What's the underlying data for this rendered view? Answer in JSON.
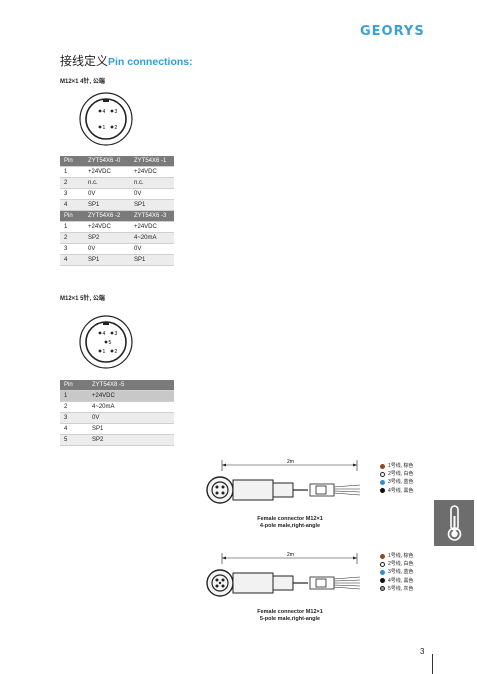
{
  "brand": "GEORYS",
  "header": {
    "title_cn": "接线定义",
    "title_en": "Pin connections:"
  },
  "section1": {
    "label": "M12×1  4针, 公端",
    "pins": [
      "4",
      "3",
      "1",
      "2"
    ],
    "table_a": {
      "headers": [
        "Pin",
        "ZYT54X6 -0",
        "ZYT54X6 -1"
      ],
      "rows": [
        [
          "1",
          "+24VDC",
          "+24VDC"
        ],
        [
          "2",
          "n.c.",
          "n.c."
        ],
        [
          "3",
          "0V",
          "0V"
        ],
        [
          "4",
          "SP1",
          "SP1"
        ]
      ]
    },
    "table_b": {
      "headers": [
        "Pin",
        "ZYT54X6 -2",
        "ZYT54X6 -3"
      ],
      "rows": [
        [
          "1",
          "+24VDC",
          "+24VDC"
        ],
        [
          "2",
          "SP2",
          "4~20mA"
        ],
        [
          "3",
          "0V",
          "0V"
        ],
        [
          "4",
          "SP1",
          "SP1"
        ]
      ]
    }
  },
  "section2": {
    "label": "M12×1  5针, 公端",
    "pins": [
      "4",
      "3",
      "5",
      "1",
      "2"
    ],
    "table": {
      "headers": [
        "Pin",
        "ZYT54X8 -5"
      ],
      "rows": [
        [
          "1",
          "+24VDC"
        ],
        [
          "2",
          "4~20mA"
        ],
        [
          "3",
          "0V"
        ],
        [
          "4",
          "SP1"
        ],
        [
          "5",
          "SP2"
        ]
      ]
    }
  },
  "connector1": {
    "length_label": "2m",
    "caption_line1": "Female connector M12×1",
    "caption_line2": "4-pole male,right-angle",
    "legend": [
      {
        "label": "1号线, 棕色",
        "color": "#8a4a2e"
      },
      {
        "label": "2号线, 白色",
        "color": "#ffffff"
      },
      {
        "label": "3号线, 蓝色",
        "color": "#2f8fd0"
      },
      {
        "label": "4号线, 黑色",
        "color": "#111111"
      }
    ]
  },
  "connector2": {
    "length_label": "2m",
    "caption_line1": "Female connector M12×1",
    "caption_line2": "5-pole male,right-angle",
    "legend": [
      {
        "label": "1号线, 棕色",
        "color": "#8a4a2e"
      },
      {
        "label": "2号线, 白色",
        "color": "#ffffff"
      },
      {
        "label": "3号线, 蓝色",
        "color": "#2f8fd0"
      },
      {
        "label": "4号线, 黑色",
        "color": "#111111"
      },
      {
        "label": "5号线, 灰色",
        "color": "#9a9a9a"
      }
    ]
  },
  "side_tab_icon": "thermometer-icon",
  "page_number": "3"
}
